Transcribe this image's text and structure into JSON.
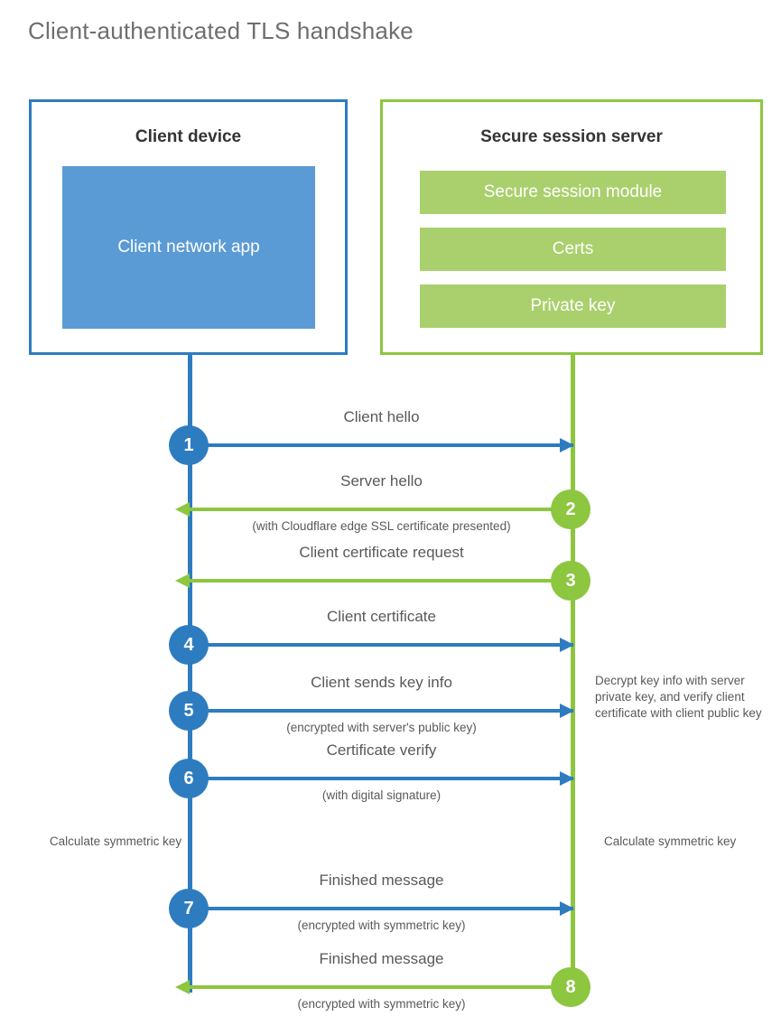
{
  "title": "Client-authenticated TLS handshake",
  "colors": {
    "client_blue": "#2d7cc0",
    "client_app_blue": "#5b9bd5",
    "server_green": "#8dc63f",
    "server_bar_green": "#a9d06d",
    "text_gray": "#58595b",
    "title_gray": "#6d6e71",
    "heading_dark": "#343434",
    "background": "#ffffff"
  },
  "client": {
    "title": "Client device",
    "app_label": "Client network app"
  },
  "server": {
    "title": "Secure session server",
    "components": [
      "Secure session module",
      "Certs",
      "Private key"
    ]
  },
  "messages": [
    {
      "step": "1",
      "direction": "to-server",
      "label": "Client hello",
      "sublabel": ""
    },
    {
      "step": "2",
      "direction": "to-client",
      "label": "Server hello",
      "sublabel": "(with Cloudflare edge SSL certificate presented)"
    },
    {
      "step": "3",
      "direction": "to-client",
      "label": "Client certificate request",
      "sublabel": ""
    },
    {
      "step": "4",
      "direction": "to-server",
      "label": "Client certificate",
      "sublabel": ""
    },
    {
      "step": "5",
      "direction": "to-server",
      "label": "Client sends key info",
      "sublabel": "(encrypted with server's public key)"
    },
    {
      "step": "6",
      "direction": "to-server",
      "label": "Certificate verify",
      "sublabel": "(with digital signature)"
    },
    {
      "step": "7",
      "direction": "to-server",
      "label": "Finished message",
      "sublabel": "(encrypted with symmetric key)"
    },
    {
      "step": "8",
      "direction": "to-client",
      "label": "Finished message",
      "sublabel": "(encrypted with symmetric key)"
    }
  ],
  "annotations": {
    "decrypt_note": "Decrypt key info with server private key, and verify client certificate with client public key",
    "calculate_symmetric_key_client": "Calculate symmetric key",
    "calculate_symmetric_key_server": "Calculate symmetric key"
  }
}
